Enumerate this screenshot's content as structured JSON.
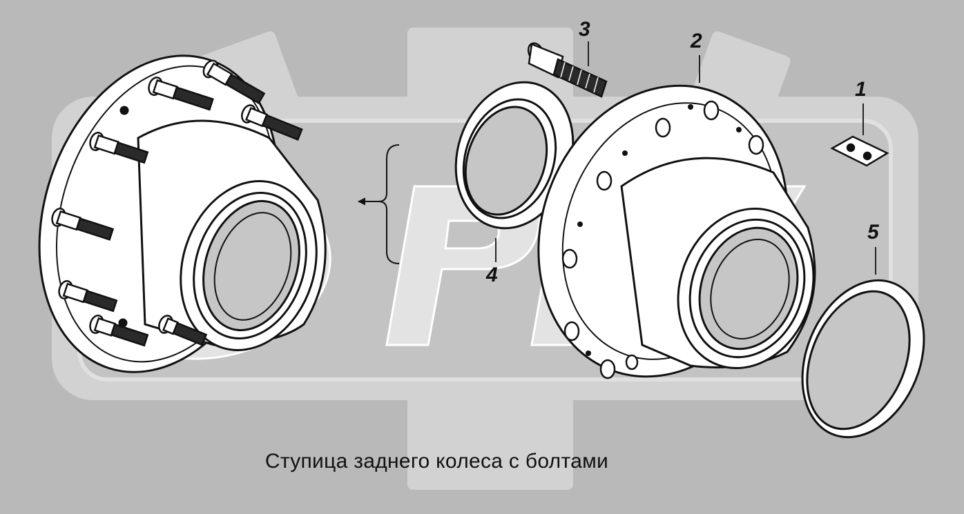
{
  "diagram": {
    "caption": "Ступица заднего колеса с болтами",
    "callouts": [
      {
        "id": "1",
        "label": "1"
      },
      {
        "id": "2",
        "label": "2"
      },
      {
        "id": "3",
        "label": "3"
      },
      {
        "id": "4",
        "label": "4"
      },
      {
        "id": "5",
        "label": "5"
      }
    ],
    "watermark": "OPEX",
    "colors": {
      "background": "#b9b9b9",
      "watermark": "#d2d2d2",
      "line": "#111111",
      "part_fill": "#ffffff"
    }
  }
}
